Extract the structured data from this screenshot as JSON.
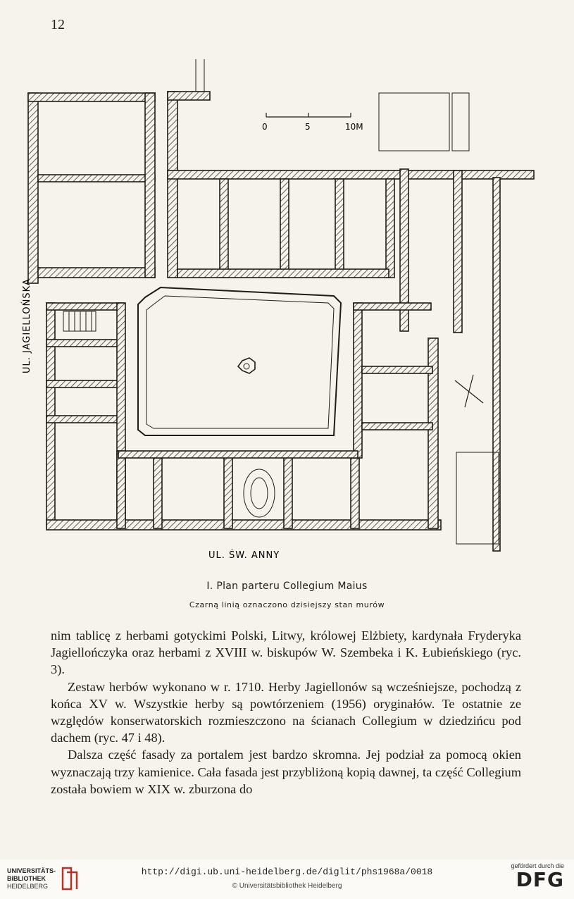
{
  "page": {
    "number": "12"
  },
  "plan": {
    "scale_labels": [
      "0",
      "5",
      "10M"
    ],
    "street_left": "UL. JAGIELLOŃSKA",
    "street_bottom": "UL. ŚW. ANNY"
  },
  "caption": {
    "title": "I. Plan parteru Collegium Maius",
    "subtitle": "Czarną linią oznaczono dzisiejszy stan murów"
  },
  "body": {
    "paragraphs": [
      "nim tablicę z herbami gotyckimi Polski, Litwy, królowej Elżbiety, kardynała Fryderyka Jagiellończyka oraz herbami z XVIII w. biskupów W. Szembeka i K. Łubieńskiego (ryc. 3).",
      "Zestaw herbów wykonano w r. 1710. Herby Jagiellonów są wcześniejsze, pochodzą z końca XV w. Wszystkie herby są powtórzeniem (1956) oryginałów. Te ostatnie ze względów konserwatorskich rozmieszczono na ścianach Collegium w dziedzińcu pod dachem (ryc. 47 i 48).",
      "Dalsza część fasady za portalem jest bardzo skromna. Jej podział za pomocą okien wyznaczają trzy kamienice. Cała fasada jest przybliżoną kopią dawnej, ta część Collegium została bowiem w XIX w. zburzona do"
    ]
  },
  "footer": {
    "logo_lines": [
      "UNIVERSITÄTS-",
      "BIBLIOTHEK",
      "HEIDELBERG"
    ],
    "url": "http://digi.ub.uni-heidelberg.de/diglit/phs1968a/0018",
    "copyright": "© Universitätsbibliothek Heidelberg",
    "dfg_small": "gefördert durch die",
    "dfg_logo": "DFG"
  },
  "colors": {
    "ink": "#1f1c18",
    "paper": "#f6f3ec",
    "hatch": "#3a3530",
    "logo_red": "#b5332b"
  }
}
